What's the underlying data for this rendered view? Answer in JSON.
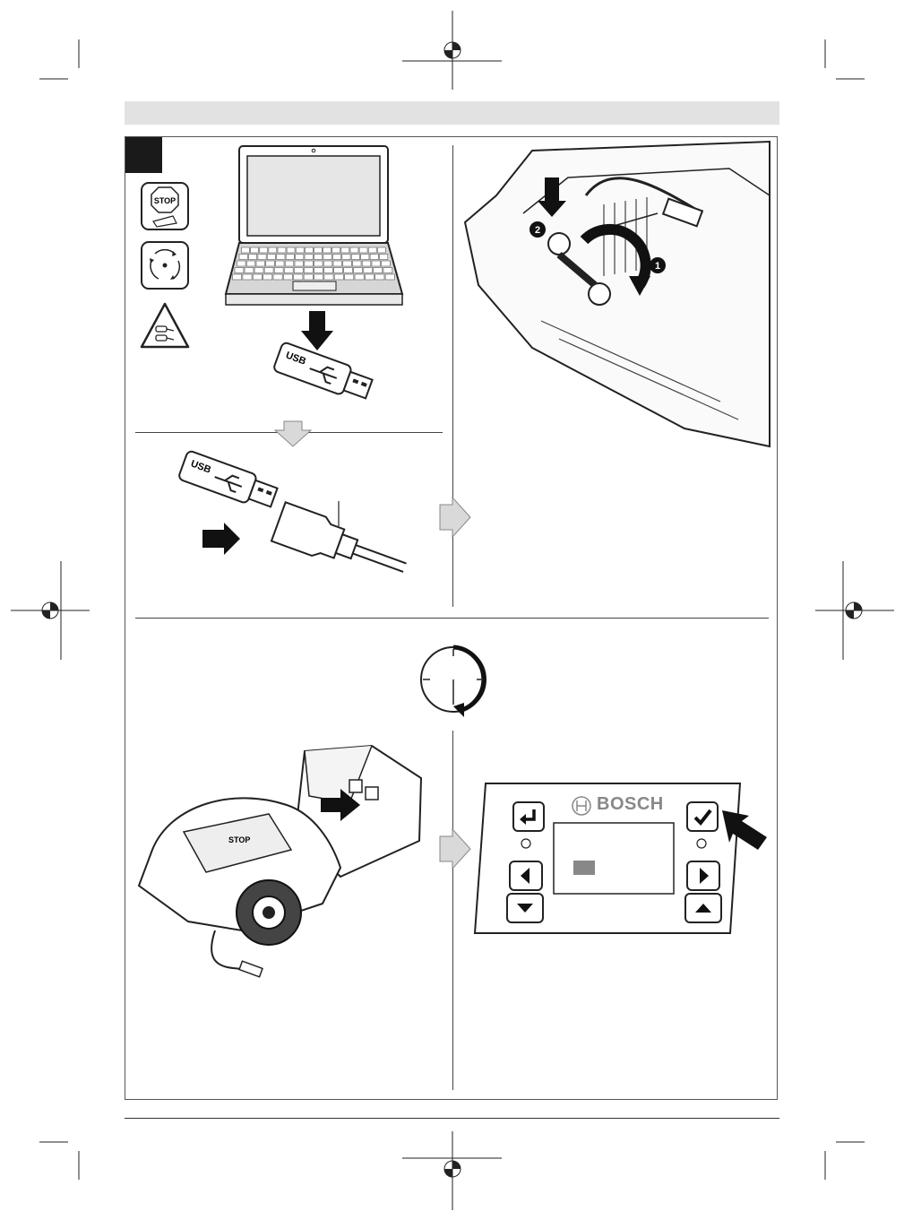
{
  "figure": {
    "usb_label_top": "USB",
    "usb_label_bottom": "USB",
    "icons": [
      "stop-sign-icon",
      "rotation-blades-icon",
      "warning-triangle-icon"
    ],
    "stop_text": "STOP",
    "callouts": [
      "1",
      "2"
    ],
    "robot_stop_text": "STOP",
    "panel": {
      "brand": "BOSCH",
      "buttons": [
        "enter-icon",
        "check-icon",
        "arrow-left-icon",
        "arrow-right-icon",
        "arrow-down-icon",
        "arrow-up-icon"
      ]
    }
  }
}
